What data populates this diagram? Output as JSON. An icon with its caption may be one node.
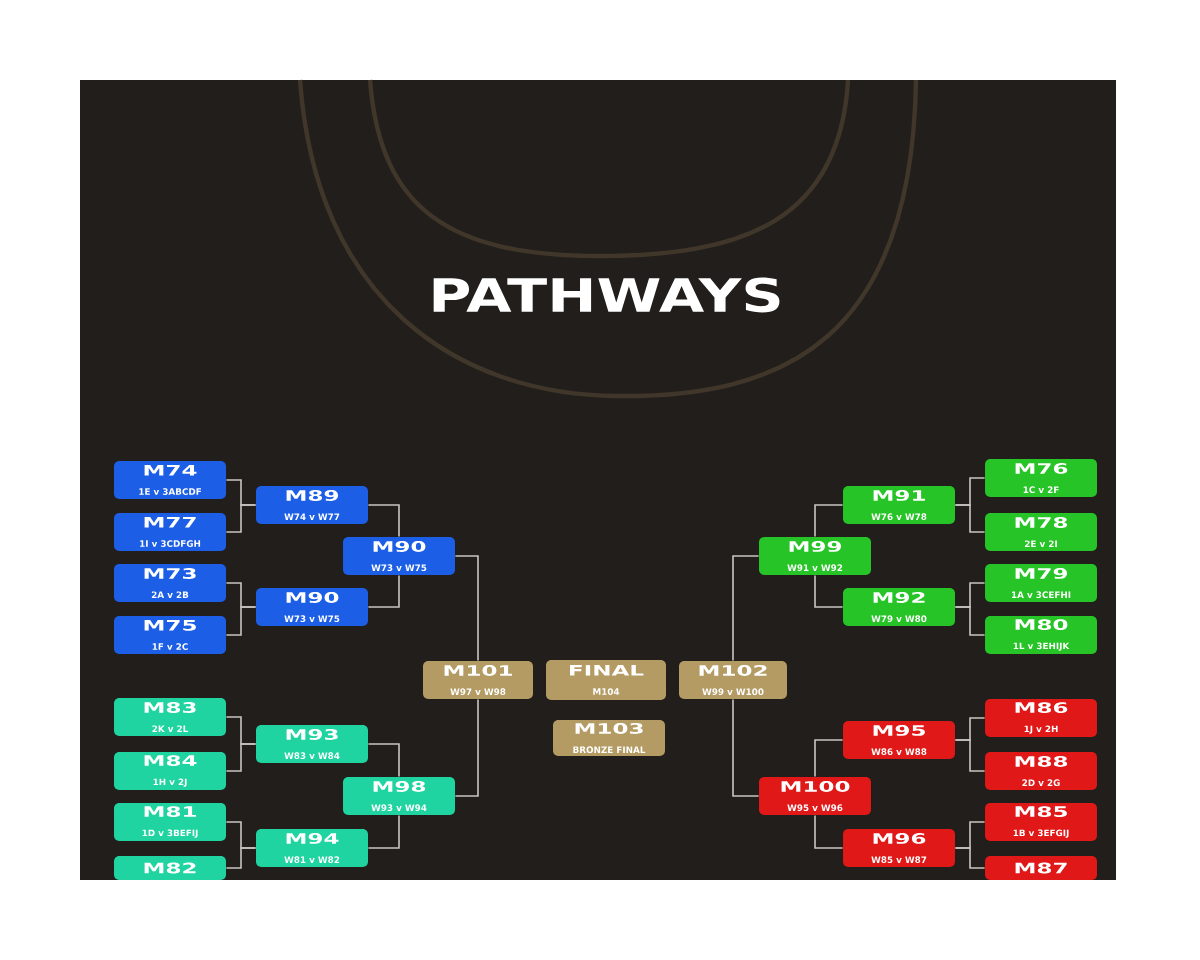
{
  "diagram": {
    "title": "PATHWAYS",
    "nodes": [
      {
        "text": [
          "M74",
          "1E v 3ABCDF"
        ]
      },
      {
        "text": [
          "M77",
          "1I v 3CDFGH"
        ]
      },
      {
        "text": [
          "M73",
          "2A v 2B"
        ]
      },
      {
        "text": [
          "M75",
          "1F v 2C"
        ]
      },
      {
        "text": [
          "M89",
          "W74 v W77"
        ]
      },
      {
        "text": [
          "M90",
          "W73 v W75"
        ]
      },
      {
        "text": [
          "M90",
          "W73 v W75"
        ]
      },
      {
        "text": [
          "M83",
          "2K v 2L"
        ]
      },
      {
        "text": [
          "M84",
          "1H v 2J"
        ]
      },
      {
        "text": [
          "M81",
          "1D v 3BEFIJ"
        ]
      },
      {
        "text": [
          "M82"
        ]
      },
      {
        "text": [
          "M93",
          "W83 v W84"
        ]
      },
      {
        "text": [
          "M94",
          "W81 v W82"
        ]
      },
      {
        "text": [
          "M98",
          "W93 v W94"
        ]
      },
      {
        "text": [
          "M101",
          "W97 v W98"
        ]
      },
      {
        "text": [
          "FINAL",
          "M104"
        ]
      },
      {
        "text": [
          "M103",
          "BRONZE FINAL"
        ]
      },
      {
        "text": [
          "M102",
          "W99 v W100"
        ]
      },
      {
        "text": [
          "M99",
          "W91 v W92"
        ]
      },
      {
        "text": [
          "M91",
          "W76 v W78"
        ]
      },
      {
        "text": [
          "M92",
          "W79 v W80"
        ]
      },
      {
        "text": [
          "M76",
          "1C v 2F"
        ]
      },
      {
        "text": [
          "M78",
          "2E v 2I"
        ]
      },
      {
        "text": [
          "M79",
          "1A v 3CEFHI"
        ]
      },
      {
        "text": [
          "M80",
          "1L v 3EHIJK"
        ]
      },
      {
        "text": [
          "M100",
          "W95 v W96"
        ]
      },
      {
        "text": [
          "M95",
          "W86 v W88"
        ]
      },
      {
        "text": [
          "M96",
          "W85 v W87"
        ]
      },
      {
        "text": [
          "M86",
          "1J v 2H"
        ]
      },
      {
        "text": [
          "M88",
          "2D v 2G"
        ]
      },
      {
        "text": [
          "M85",
          "1B v 3EFGIJ"
        ]
      },
      {
        "text": [
          "M87"
        ]
      }
    ],
    "edges": [
      {
        "from": 0,
        "to": 4,
        "arrow": "none"
      },
      {
        "from": 1,
        "to": 4,
        "arrow": "none"
      },
      {
        "from": 2,
        "to": 5,
        "arrow": "none"
      },
      {
        "from": 3,
        "to": 5,
        "arrow": "none"
      },
      {
        "from": 4,
        "to": 6,
        "arrow": "none"
      },
      {
        "from": 5,
        "to": 6,
        "arrow": "none"
      },
      {
        "from": 7,
        "to": 11,
        "arrow": "none"
      },
      {
        "from": 8,
        "to": 11,
        "arrow": "none"
      },
      {
        "from": 9,
        "to": 12,
        "arrow": "none"
      },
      {
        "from": 10,
        "to": 12,
        "arrow": "none"
      },
      {
        "from": 11,
        "to": 13,
        "arrow": "none"
      },
      {
        "from": 12,
        "to": 13,
        "arrow": "none"
      },
      {
        "from": 6,
        "to": 14,
        "arrow": "none"
      },
      {
        "from": 13,
        "to": 14,
        "arrow": "none"
      },
      {
        "from": 21,
        "to": 19,
        "arrow": "none"
      },
      {
        "from": 22,
        "to": 19,
        "arrow": "none"
      },
      {
        "from": 23,
        "to": 20,
        "arrow": "none"
      },
      {
        "from": 24,
        "to": 20,
        "arrow": "none"
      },
      {
        "from": 19,
        "to": 18,
        "arrow": "none"
      },
      {
        "from": 20,
        "to": 18,
        "arrow": "none"
      },
      {
        "from": 28,
        "to": 26,
        "arrow": "none"
      },
      {
        "from": 29,
        "to": 26,
        "arrow": "none"
      },
      {
        "from": 30,
        "to": 27,
        "arrow": "none"
      },
      {
        "from": 31,
        "to": 27,
        "arrow": "none"
      },
      {
        "from": 26,
        "to": 25,
        "arrow": "none"
      },
      {
        "from": 27,
        "to": 25,
        "arrow": "none"
      },
      {
        "from": 18,
        "to": 17,
        "arrow": "none"
      },
      {
        "from": 25,
        "to": 17,
        "arrow": "none"
      }
    ]
  }
}
